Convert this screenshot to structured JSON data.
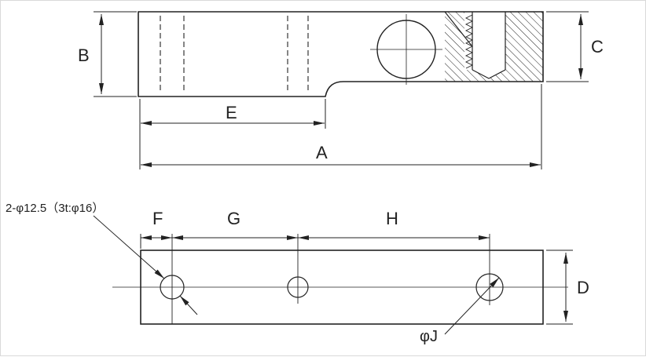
{
  "drawing": {
    "side_view": {
      "dim_b": "B",
      "dim_c": "C",
      "dim_e": "E",
      "dim_a": "A"
    },
    "plan_view": {
      "dim_f": "F",
      "dim_g": "G",
      "dim_h": "H",
      "dim_d": "D",
      "hole_note": "2-φ12.5（3t:φ16）",
      "hole_label": "φJ"
    },
    "colors": {
      "line": "#222222",
      "background": "#ffffff"
    }
  }
}
